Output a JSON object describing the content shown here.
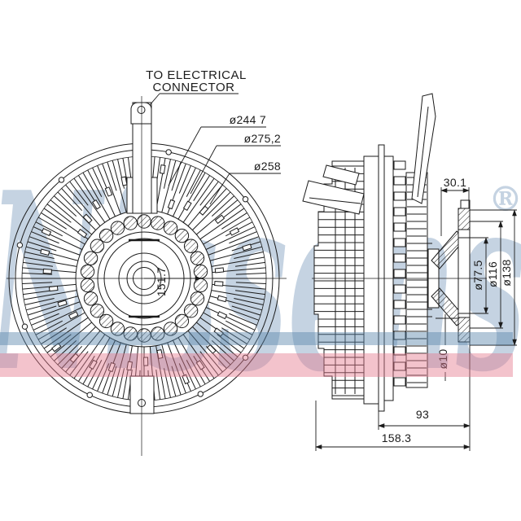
{
  "product": {
    "brand_watermark": "Nissens",
    "registered_mark": "®"
  },
  "callout": {
    "line1": "TO  ELECTRICAL",
    "line2": "CONNECTOR"
  },
  "front_view": {
    "outer_ring_dia": "ø244 7",
    "outermost_dia": "ø275,2",
    "inner_ring_dia": "ø258",
    "bolt_circle_dia": "151.7"
  },
  "side_view": {
    "connector_offset": "30.1",
    "shaft_dia": "ø77.5",
    "pilot_dia": "ø116",
    "flange_dia": "ø138",
    "bolt_hole_dia": "ø10",
    "mount_depth": "93",
    "overall_depth": "158.3"
  },
  "colors": {
    "watermark": "#c5d3e2",
    "band_blue": "rgba(88,133,171,0.45)",
    "band_pink": "rgba(228,122,142,0.45)",
    "line": "#1b1b1b"
  }
}
